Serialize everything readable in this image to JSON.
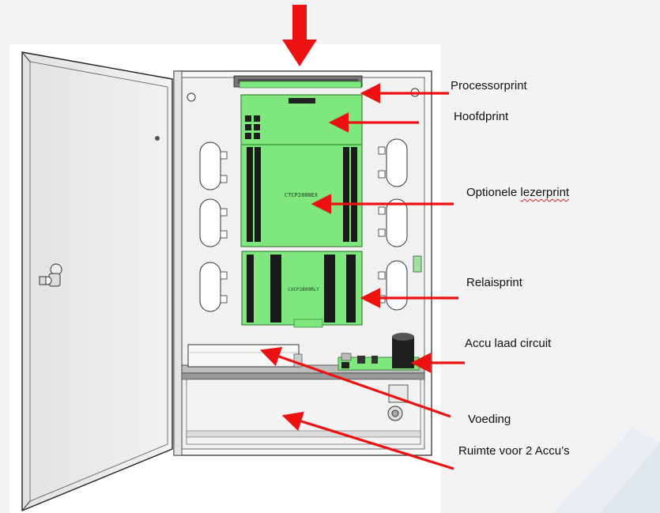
{
  "labels": {
    "processor": "Processorprint",
    "main": "Hoofdprint",
    "reader_prefix": "Optionele ",
    "reader_word": "lezerprint",
    "relay": "Relaisprint",
    "battery_charge": "Accu laad circuit",
    "power": "Voeding",
    "battery_space": "Ruimte voor 2 Accu’s"
  },
  "board_texts": {
    "main_board": "CTCP2800EX",
    "relay_board": "CXCP2800RLY"
  },
  "colors": {
    "arrow": "#ee1111",
    "board": "#7ee87e",
    "board_dark": "#5cc65c",
    "cabinet": "#f4f4f4",
    "outline": "#222222"
  }
}
